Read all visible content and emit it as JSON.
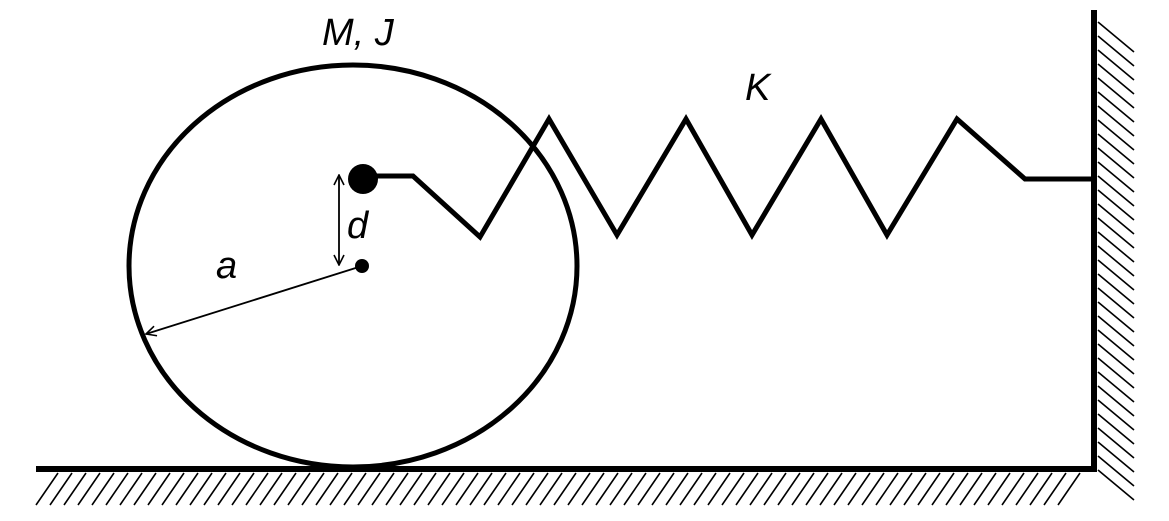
{
  "labels": {
    "mass_inertia": "M, J",
    "spring_constant": "K",
    "offset": "d",
    "radius": "a"
  },
  "colors": {
    "ink": "#000000",
    "background": "#ffffff"
  }
}
